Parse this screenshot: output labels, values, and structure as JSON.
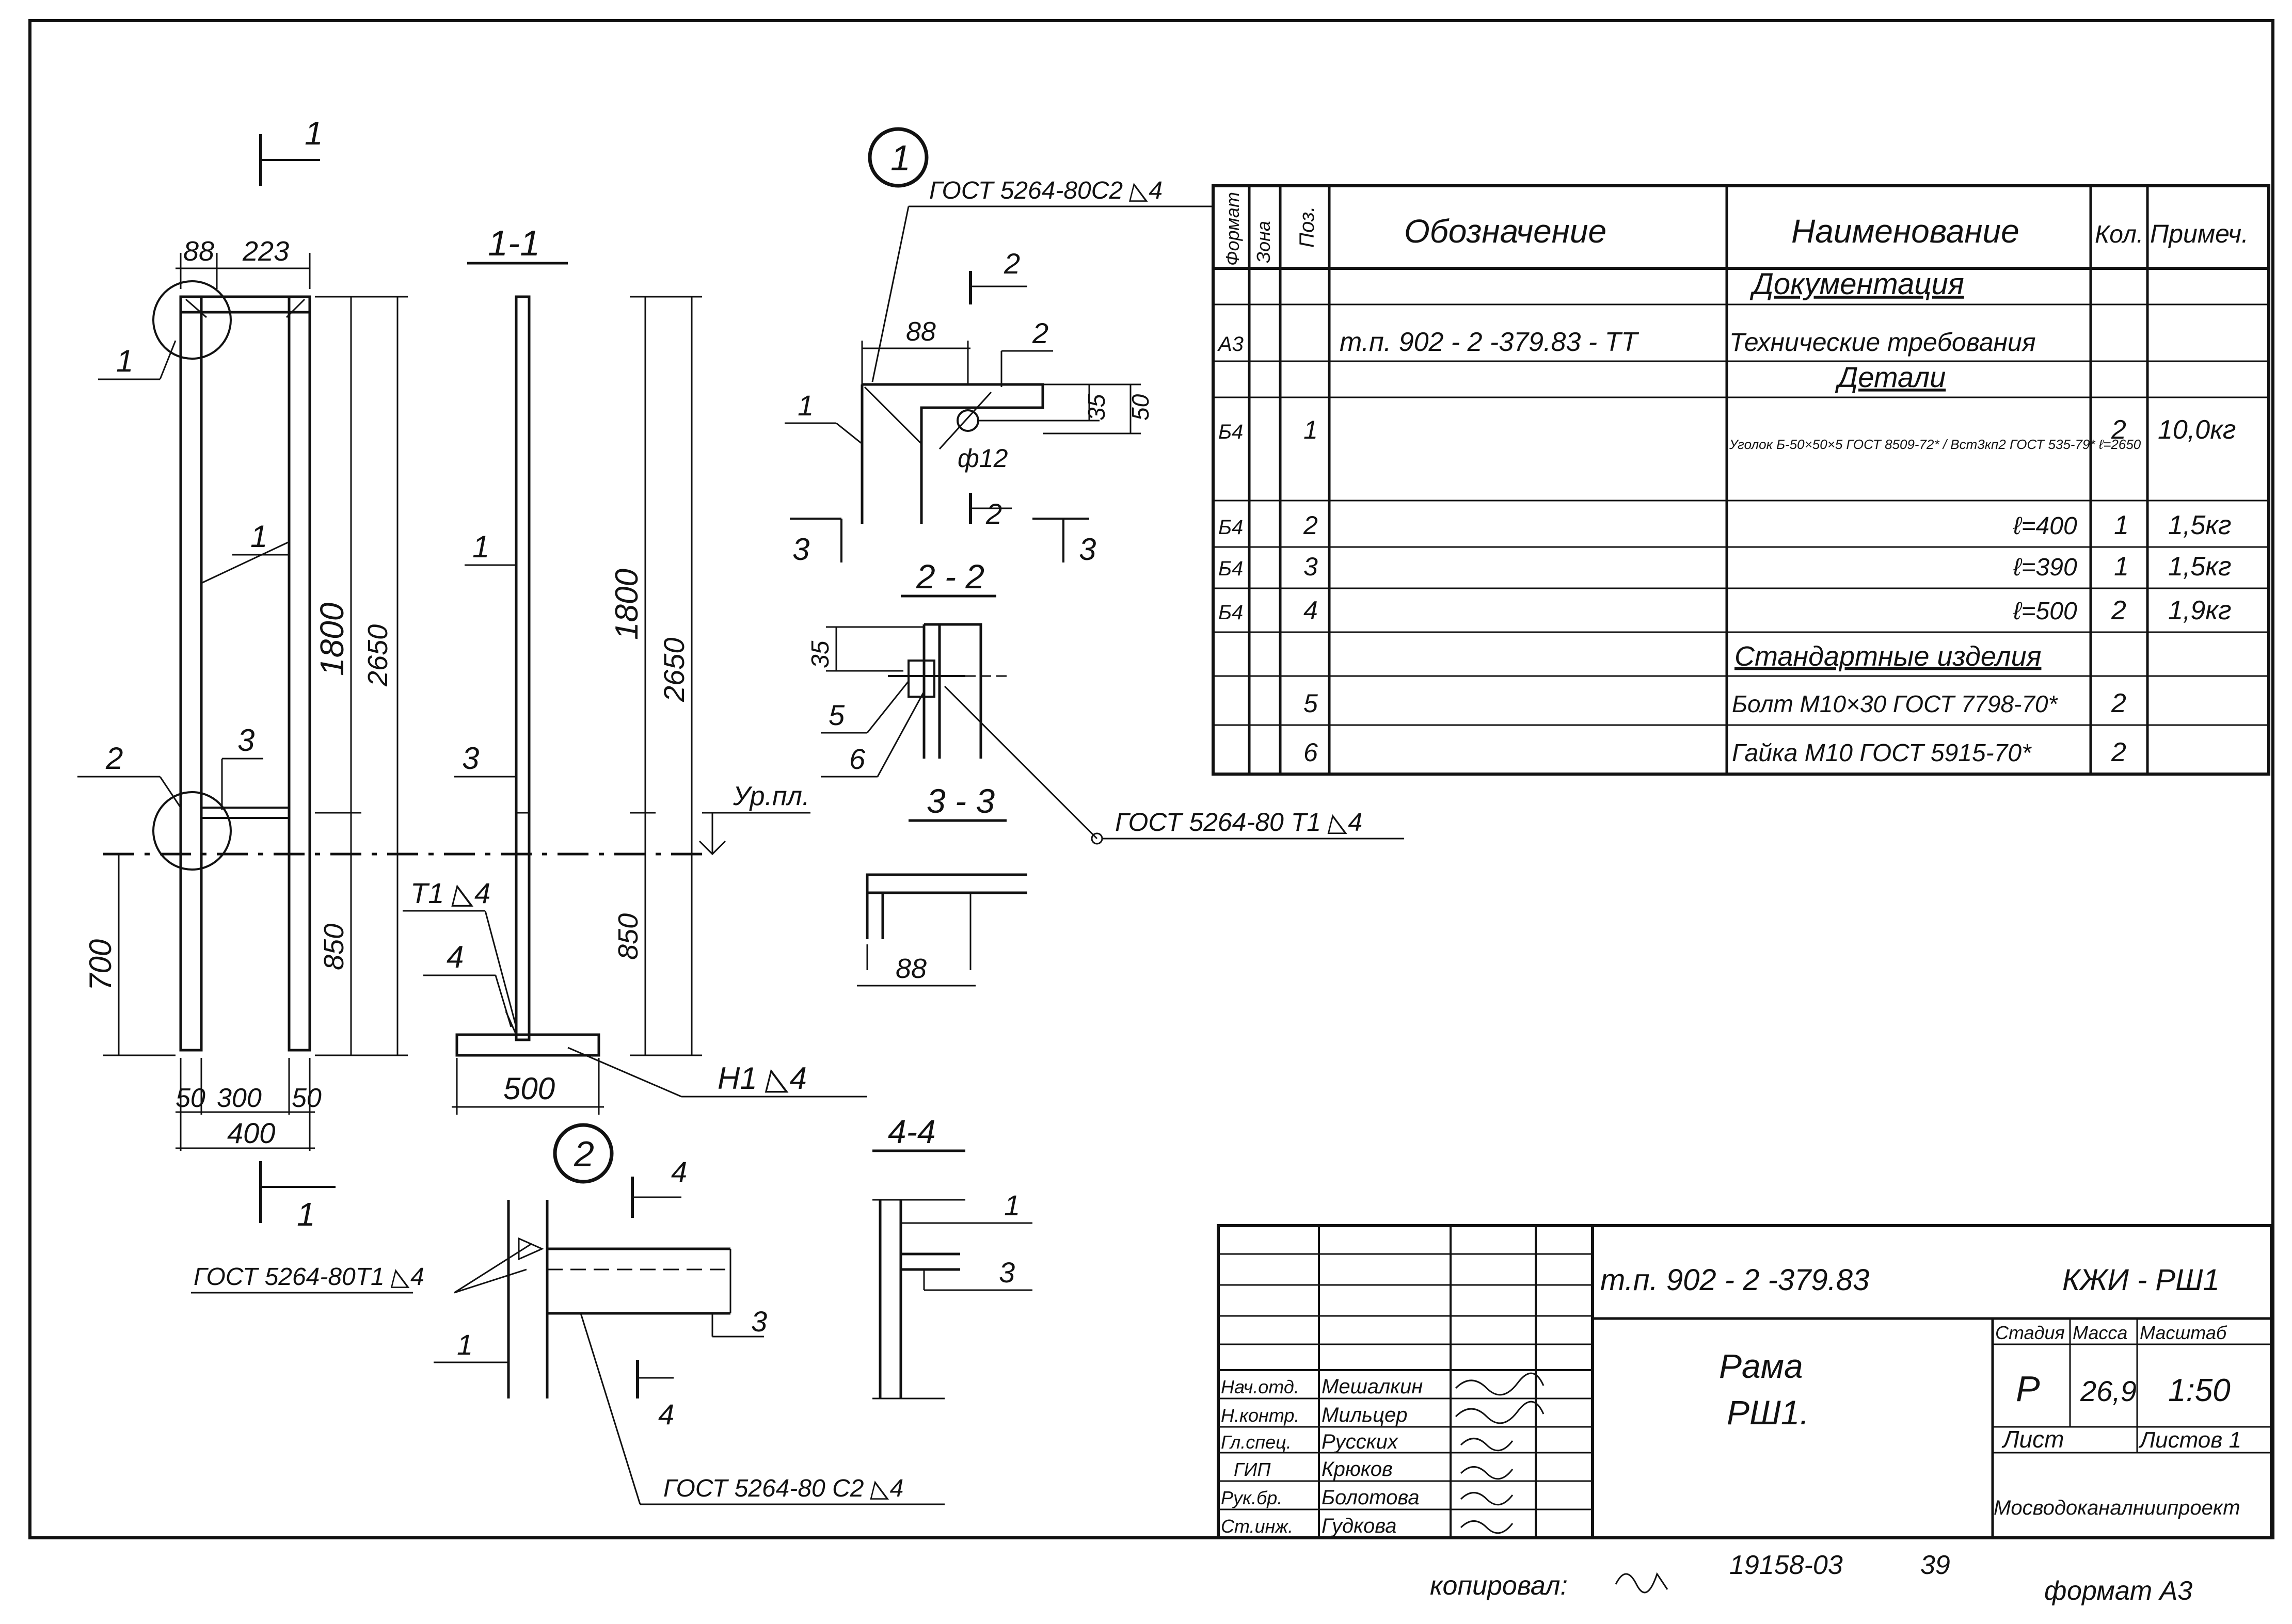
{
  "callouts": {
    "node1": "1",
    "node2": "2"
  },
  "sections": {
    "s1_top": "1",
    "s1_bottom": "1",
    "s11_title": "1-1",
    "s22_title": "2 - 2",
    "s33_title": "3 - 3",
    "s44_title": "4-4",
    "cut2_top": "2",
    "cut2_bottom": "2",
    "cut3_left": "3",
    "cut3_right": "3",
    "cut4_top": "4",
    "cut4_bottom": "4"
  },
  "frame_elev": {
    "dim_88": "88",
    "dim_223": "223",
    "dim_1800": "1800",
    "dim_2650": "2650",
    "dim_850": "850",
    "dim_700": "700",
    "dim_50a": "50",
    "dim_300": "300",
    "dim_50b": "50",
    "dim_400": "400",
    "pos_1a": "1",
    "pos_1b": "1",
    "pos_2": "2",
    "pos_3": "3"
  },
  "section11": {
    "pos_1": "1",
    "pos_3": "3",
    "pos_4": "4",
    "dim_1800": "1800",
    "dim_2650": "2650",
    "dim_850": "850",
    "dim_500": "500",
    "weld_t1": "Т1 ◺4",
    "weld_h1": "Н1 ◺4",
    "floor_level": "Ур.пл."
  },
  "node1": {
    "weld_note": "ГОСТ 5264-80С2 ◺4",
    "dim_88": "88",
    "pos_2": "2",
    "dim_35": "35",
    "dim_50": "50",
    "pos_1": "1",
    "hole": "ф12"
  },
  "section22": {
    "dim_35": "35",
    "pos_5": "5",
    "pos_6": "6",
    "weld_note": "ГОСТ 5264-80 Т1 ◺4"
  },
  "section33": {
    "dim_88": "88"
  },
  "node2": {
    "weld_note": "ГОСТ 5264-80Т1 ◺4",
    "pos_1": "1",
    "pos_3": "3",
    "weld_note2": "ГОСТ 5264-80 С2 ◺4"
  },
  "section44": {
    "pos_1": "1",
    "pos_3": "3"
  },
  "spec_table": {
    "headers": [
      "Формат",
      "Зона",
      "Поз.",
      "Обозначение",
      "Наименование",
      "Кол.",
      "Примеч."
    ],
    "rows": [
      {
        "format": "",
        "zone": "",
        "pos": "",
        "designation": "",
        "name": "Документация",
        "qty": "",
        "note": ""
      },
      {
        "format": "А3",
        "zone": "",
        "pos": "",
        "designation": "т.п. 902 - 2 -379.83   - ТТ",
        "name": "Технические требования",
        "qty": "",
        "note": ""
      },
      {
        "format": "",
        "zone": "",
        "pos": "",
        "designation": "",
        "name": "Детали",
        "qty": "",
        "note": ""
      },
      {
        "format": "Б4",
        "zone": "",
        "pos": "1",
        "designation": "",
        "name": "Уголок Б-50×50×5 ГОСТ 8509-72* / Вст3кп2 ГОСТ 535-79*  ℓ=2650",
        "qty": "2",
        "note": "10,0кг"
      },
      {
        "format": "Б4",
        "zone": "",
        "pos": "2",
        "designation": "",
        "name": "ℓ=400",
        "qty": "1",
        "note": "1,5кг"
      },
      {
        "format": "Б4",
        "zone": "",
        "pos": "3",
        "designation": "",
        "name": "ℓ=390",
        "qty": "1",
        "note": "1,5кг"
      },
      {
        "format": "Б4",
        "zone": "",
        "pos": "4",
        "designation": "",
        "name": "ℓ=500",
        "qty": "2",
        "note": "1,9кг"
      },
      {
        "format": "",
        "zone": "",
        "pos": "",
        "designation": "",
        "name": "Стандартные изделия",
        "qty": "",
        "note": ""
      },
      {
        "format": "",
        "zone": "",
        "pos": "5",
        "designation": "",
        "name": "Болт М10×30 ГОСТ 7798-70*",
        "qty": "2",
        "note": ""
      },
      {
        "format": "",
        "zone": "",
        "pos": "6",
        "designation": "",
        "name": "Гайка М10 ГОСТ 5915-70*",
        "qty": "2",
        "note": ""
      }
    ]
  },
  "title_block": {
    "doc_number": "т.п. 902 - 2 -379.83",
    "doc_code": "КЖИ - РШ1",
    "title_line1": "Рама",
    "title_line2": "РШ1.",
    "stage_header": "Стадия",
    "mass_header": "Масса",
    "scale_header": "Масштаб",
    "stage": "Р",
    "mass": "26,9",
    "scale": "1:50",
    "sheet_label": "Лист",
    "sheets_label": "Листов 1",
    "organization": "Мосводоканалниипроект",
    "roles": [
      {
        "role": "Нач.отд.",
        "name": "Мешалкин"
      },
      {
        "role": "Н.контр.",
        "name": "Мильцер"
      },
      {
        "role": "Гл.спец.",
        "name": "Русских"
      },
      {
        "role": "ГИП",
        "name": "Крюков"
      },
      {
        "role": "Рук.бр.",
        "name": "Болотова"
      },
      {
        "role": "Ст.инж.",
        "name": "Гудкова"
      }
    ]
  },
  "footer": {
    "copied": "копировал:",
    "archive": "19158-03",
    "sheet_no": "39",
    "format": "формат А3"
  }
}
